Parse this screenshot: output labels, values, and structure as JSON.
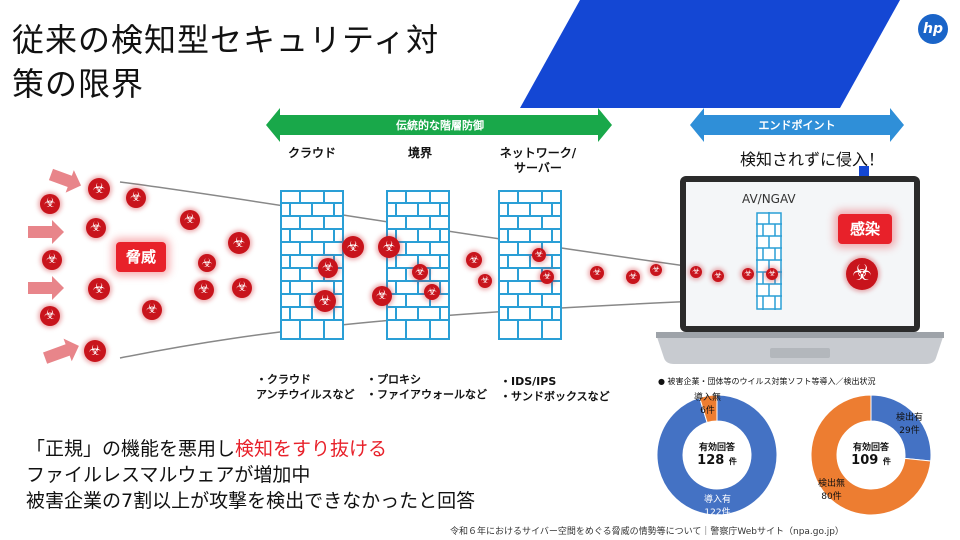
{
  "title_line1": "従来の検知型セキュリティ対",
  "title_line2": "策の限界",
  "logo_text": "hp",
  "layers_arrow_label": "伝統的な階層防御",
  "endpoint_arrow_label": "エンドポイント",
  "columns": {
    "cloud": "クラウド",
    "perimeter": "境界",
    "network_line1": "ネットワーク/",
    "network_line2": "サーバー"
  },
  "intrusion_note": "検知されずに侵入！",
  "threat_label": "脅威",
  "infection_label": "感染",
  "av_label": "AV/NGAV",
  "layer_lists": {
    "cloud_line1": "・クラウド",
    "cloud_line2": "アンチウイルスなど",
    "perimeter_line1": "・プロキシ",
    "perimeter_line2": "・ファイアウォールなど",
    "network_line1": "・IDS/IPS",
    "network_line2": "・サンドボックスなど"
  },
  "bottom": {
    "line1_prefix": "「正規」の機能を悪用し",
    "line1_highlight": "検知をすり抜ける",
    "line2": "ファイルレスマルウェアが増加中",
    "line3": "被害企業の7割以上が攻撃を検出できなかったと回答"
  },
  "survey_caption": "● 被害企業・団体等のウイルス対策ソフト等導入／検出状況",
  "donut1": {
    "center_label": "有効回答",
    "center_value": "128",
    "center_unit": "件",
    "slices": [
      {
        "label": "導入有",
        "value": "122件",
        "count": 122,
        "color": "#4472c4"
      },
      {
        "label": "導入無",
        "value": "6件",
        "count": 6,
        "color": "#ed7d31"
      }
    ]
  },
  "donut2": {
    "center_label": "有効回答",
    "center_value": "109",
    "center_unit": "件",
    "slices": [
      {
        "label": "検出有",
        "value": "29件",
        "count": 29,
        "color": "#4472c4"
      },
      {
        "label": "検出無",
        "value": "80件",
        "count": 80,
        "color": "#ed7d31"
      }
    ]
  },
  "source": "令和６年におけるサイバー空間をめぐる脅威の情勢等について｜警察庁Webサイト（npa.go.jp）",
  "colors": {
    "green": "#19a84a",
    "blue_arrow": "#2f8fd8",
    "wall": "#2a9fd6",
    "threat": "#c8141c",
    "banner": "#1447d4"
  },
  "icons": {
    "biohazard": "biohazard-icon",
    "wall": "firewall-icon",
    "laptop": "laptop-icon",
    "down_arrow": "down-arrow-icon"
  }
}
